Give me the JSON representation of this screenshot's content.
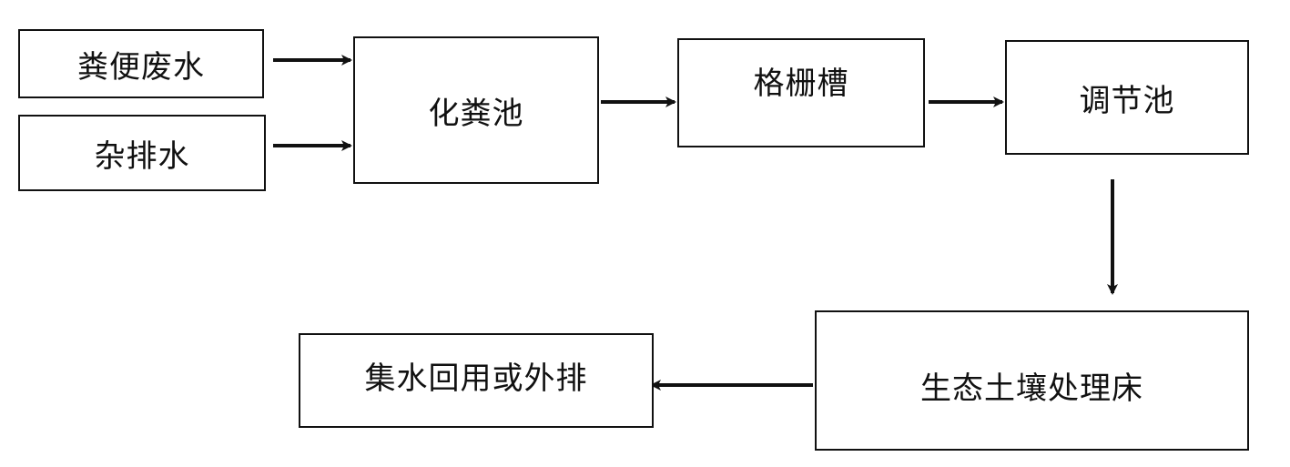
{
  "nodes": {
    "fecal_wastewater": "粪便废水",
    "misc_drainage": "杂排水",
    "septic_tank": "化粪池",
    "grille_tank": "格栅槽",
    "regulating_tank": "调节池",
    "eco_soil_bed": "生态土壤处理床",
    "collect_reuse": "集水回用或外排"
  },
  "colors": {
    "stroke": "#111111",
    "background": "#ffffff"
  }
}
